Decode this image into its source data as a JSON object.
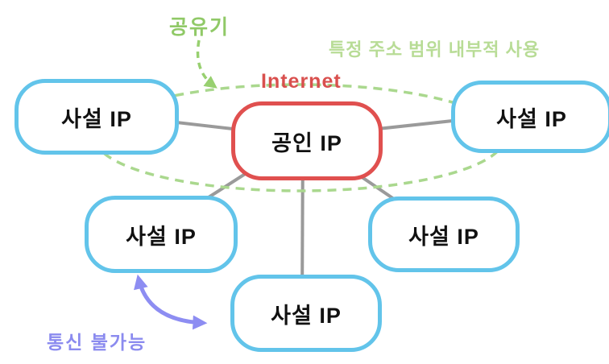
{
  "diagram": {
    "title_labels": {
      "router": "공유기",
      "range_note": "특정 주소 범위 내부적 사용",
      "internet": "Internet",
      "no_comm": "통신 불가능"
    },
    "nodes": {
      "public_center": {
        "label": "공인 IP"
      },
      "private_top_left": {
        "label": "사설 IP"
      },
      "private_top_right": {
        "label": "사설 IP"
      },
      "private_mid_left": {
        "label": "사설 IP"
      },
      "private_mid_right": {
        "label": "사설 IP"
      },
      "private_bottom": {
        "label": "사설 IP"
      }
    },
    "colors": {
      "public_border": "#e0504f",
      "private_border": "#62c4ea",
      "connection_line": "#9a9a9a",
      "scope_ellipse": "#aad88e",
      "router_text": "#90c967",
      "range_text": "#b8dc96",
      "internet_text": "#d9504e",
      "no_comm_text": "#8b8bef",
      "no_comm_arrow": "#8d8df2"
    }
  }
}
